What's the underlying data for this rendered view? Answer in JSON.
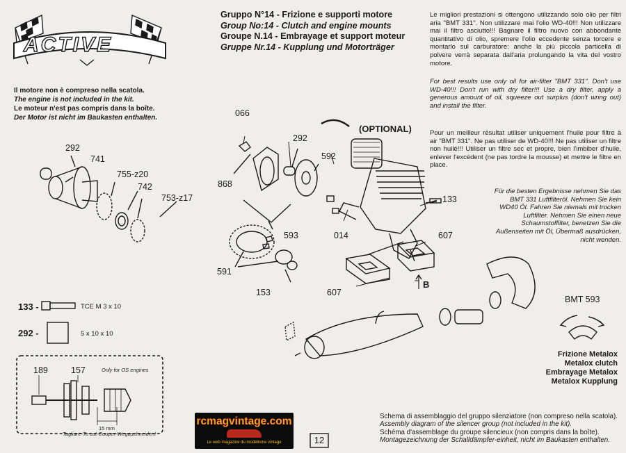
{
  "brand": {
    "logo_text": "ACTIVE"
  },
  "engine_note": [
    "Il motore non è compreso nella scatola.",
    "The engine is not included in the kit.",
    "Le moteur n'est pas compris dans la boîte.",
    "Der Motor ist nicht im Baukasten enthalten."
  ],
  "heading": [
    "Gruppo N°14 - Frizione e supporti motore",
    "Group No:14 - Clutch and engine mounts",
    "Groupe N.14 - Embrayage et support moteur",
    "Gruppe Nr.14 - Kupplung und Motorträger"
  ],
  "filter_notes": {
    "it": "Le migliori prestazioni si ottengono utilizzando solo olio per filtri aria \"BMT 331\". Non utilizzare mai l'olio WD-40!!! Non utilizzare mai il filtro asciutto!!! Bagnare il filtro nuovo con abbondante quantitativo di olio, spremere l'olio eccedente senza torcere e montarlo sul carburatore: anche la più piccola particella di polvere verrà separata dall'aria prolungando la vita del vostro motore.",
    "en": "For best results use only oil for air-filter \"BMT 331\". Don't use WD-40!!! Don't run with dry filter!!! Use a dry filter, apply a generous amount of oil, squeeze out surplus (don't wring out) and install the filter.",
    "fr": "Pour un meilleur résultat utiliser uniquement l'huile pour filtre à air \"BMT 331\". Ne pas utiliser de WD-40!!! Ne pas utiliser un filtre non huilé!!! Utiliser un filtre sec et propre, bien l'imbiber d'huile, enlever l'excédent (ne pas tordre la mousse) et mettre le filtre en place.",
    "de": "Für die besten Ergebnisse nehmen Sie das BMT 331 Luftfilteröl. Nehmen Sie kein WD40 Öl. Fahren Sie niemals mit trocken Luftfilter. Nehmen Sie einen neue Schaumstoffilter, benetzen Sie die Außenseiten mit Öl, Übermaß ausdrücken, nicht wenden."
  },
  "part_labels": {
    "p292_left": "292",
    "p741": "741",
    "p755": "755-z20",
    "p742": "742",
    "p753": "753-z17",
    "p066": "066",
    "p868": "868",
    "p292_mid": "292",
    "p592": "592",
    "optional": "(OPTIONAL)",
    "p133": "133",
    "p593": "593",
    "p014": "014",
    "p607_right": "607",
    "p591": "591",
    "p153": "153",
    "p607_left": "607",
    "arrow_b": "B"
  },
  "legend": {
    "screw_code": "133 -",
    "screw_desc": "TCE M  3 x 10",
    "washer_code": "292 -",
    "washer_desc": "5 x 10 x 10"
  },
  "inset": {
    "p189": "189",
    "p157": "157",
    "note": "Only for OS engines",
    "dim": "15 mm",
    "cut": "Tagliare-To cut-Couper-Wegaschneiden!"
  },
  "website": {
    "name": "rcmagvintage.com",
    "tagline": "Le web magazine du modélisme vintage"
  },
  "page_number": "12",
  "bmt": "BMT 593",
  "clutch_title": [
    "Frizione Metalox",
    "Metalox clutch",
    "Embrayage Metalox",
    "Metalox Kupplung"
  ],
  "silencer": [
    "Schema di assemblaggio del gruppo silenziatore (non compreso nella scatola).",
    "Assembly diagram of the silencer group (not included in the kit).",
    "Schéma d'assemblage du groupe silencieux (non compris dans la boîte).",
    "Montagezeichnung der Schalldämpfer-einheit, nicht im Baukasten enthalten."
  ]
}
